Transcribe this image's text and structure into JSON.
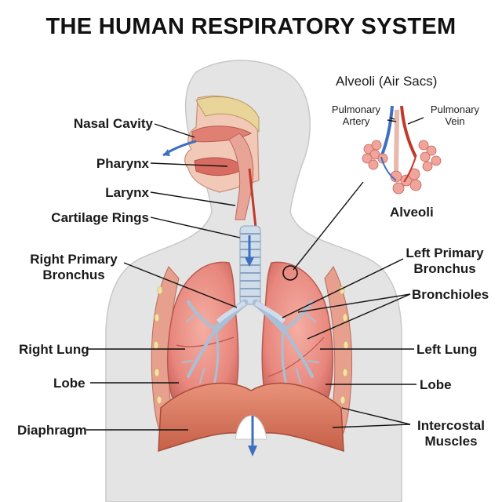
{
  "title": "THE HUMAN RESPIRATORY SYSTEM",
  "labels": {
    "nasal_cavity": "Nasal Cavity",
    "pharynx": "Pharynx",
    "larynx": "Larynx",
    "cartilage_rings": "Cartilage Rings",
    "right_primary_bronchus_1": "Right Primary",
    "right_primary_bronchus_2": "Bronchus",
    "right_lung": "Right Lung",
    "lobe_left_side": "Lobe",
    "diaphragm": "Diaphragm",
    "left_primary_bronchus_1": "Left Primary",
    "left_primary_bronchus_2": "Bronchus",
    "bronchioles": "Bronchioles",
    "left_lung": "Left Lung",
    "lobe_right_side": "Lobe",
    "intercostal_1": "Intercostal",
    "intercostal_2": "Muscles"
  },
  "inset": {
    "title": "Alveoli (Air Sacs)",
    "pulmonary_artery_1": "Pulmonary",
    "pulmonary_artery_2": "Artery",
    "pulmonary_vein_1": "Pulmonary",
    "pulmonary_vein_2": "Vein",
    "alveoli": "Alveoli"
  },
  "colors": {
    "lung": "#e8877d",
    "lung_dark": "#c9635a",
    "airway": "#c9d9ea",
    "body": "#e3e3e3",
    "artery": "#3f6fc0",
    "vein": "#c0392b",
    "diaphragm": "#d9765f"
  }
}
